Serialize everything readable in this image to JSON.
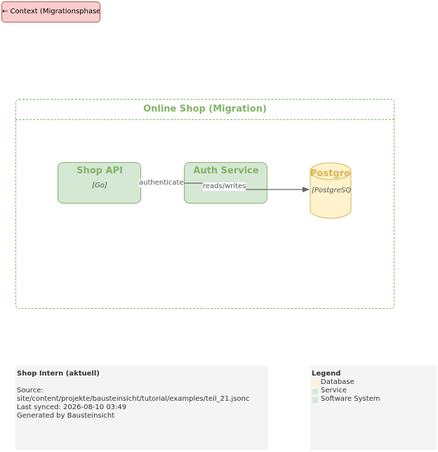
{
  "nav": {
    "back_label": "← Context (Migrationsphase)"
  },
  "boundary": {
    "title": "Online Shop (Migration)"
  },
  "nodes": {
    "shop_api": {
      "name": "Shop API",
      "tech": "[Go]"
    },
    "auth_service": {
      "name": "Auth Service"
    },
    "postgres": {
      "name": "Postgre",
      "tech": "[PostgreSQL"
    }
  },
  "edges": {
    "authenticate": "authenticate",
    "reads_writes": "reads/writes"
  },
  "info": {
    "title": "Shop Intern (aktuell)",
    "source_label": "Source:",
    "source_path": "site/content/projekte/bausteinsicht/tutorial/examples/teil_21.jsonc",
    "last_synced": "Last synced: 2026-08-10 03:49",
    "generated_by": "Generated by Bausteinsicht"
  },
  "legend": {
    "title": "Legend",
    "items": [
      {
        "label": "Database",
        "color": "#fff2cc"
      },
      {
        "label": "Service",
        "color": "#d5e8d4"
      },
      {
        "label": "Software System",
        "color": "#d5e8d4"
      }
    ]
  },
  "colors": {
    "boundary": "#82b366",
    "service_fill": "#d5e8d4",
    "database_fill": "#fff2cc",
    "database_stroke": "#d6b656",
    "nav_fill": "#f8cecc"
  }
}
